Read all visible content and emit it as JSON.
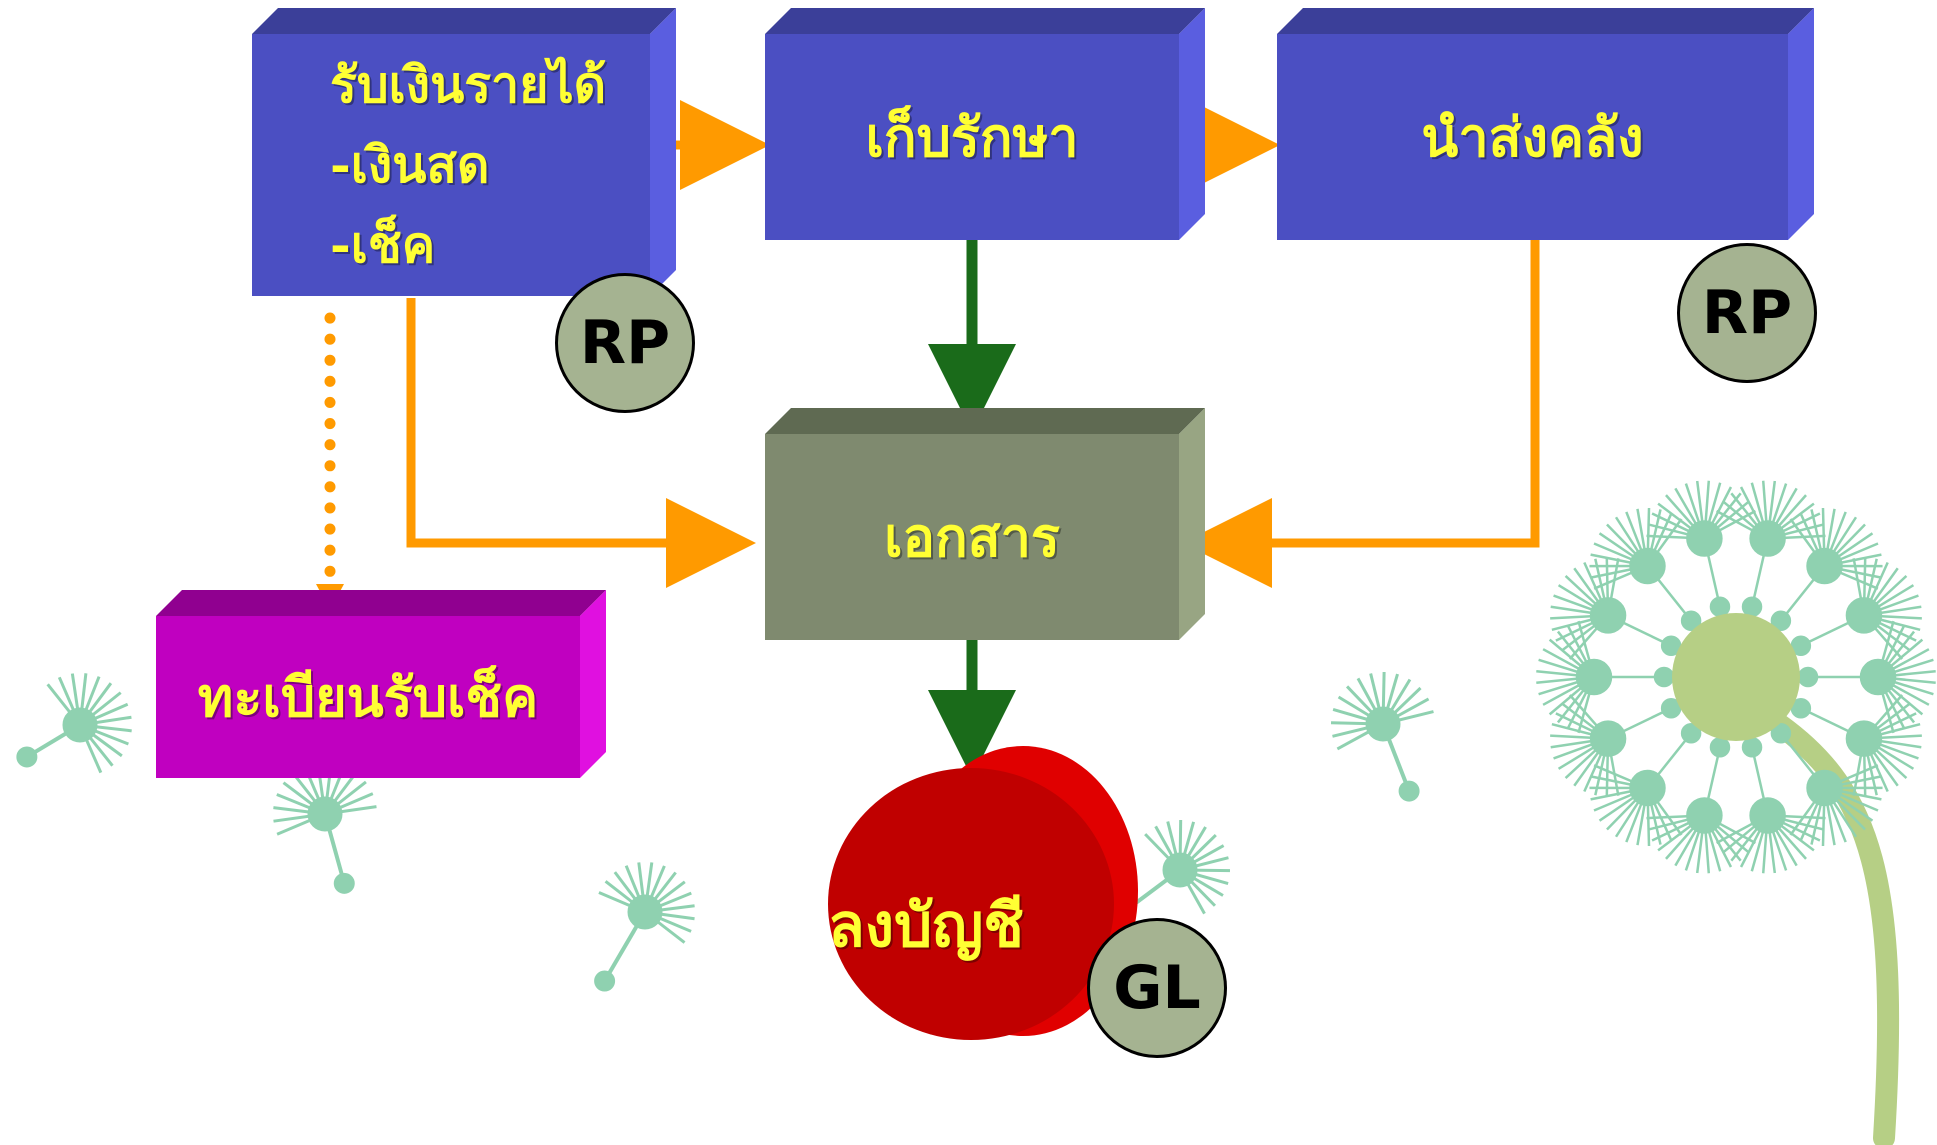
{
  "boxes": {
    "receive": {
      "lines": [
        "รับเงินรายได้",
        "-เงินสด",
        "-เช็ค"
      ]
    },
    "store": {
      "label": "เก็บรักษา"
    },
    "deliver": {
      "label": "นำส่งคลัง"
    },
    "document": {
      "label": "เอกสาร"
    },
    "check_register": {
      "label": "ทะเบียนรับเช็ค"
    }
  },
  "ledger": {
    "label": "ลงบัญชี"
  },
  "badges": {
    "rp_1": "RP",
    "rp_2": "RP",
    "gl": "GL"
  },
  "colors": {
    "blue_box": "#4b4fc2",
    "gray_box": "#7f8a6f",
    "magenta_box": "#c000c0",
    "orange_arrow": "#ff9a00",
    "green_arrow": "#1a6b1a",
    "red_circle": "#c00000",
    "label_text": "#ffff33",
    "badge_fill": "#a5b391",
    "dandelion": "#8fd1b0"
  },
  "icons": [
    "dandelion-icon"
  ]
}
